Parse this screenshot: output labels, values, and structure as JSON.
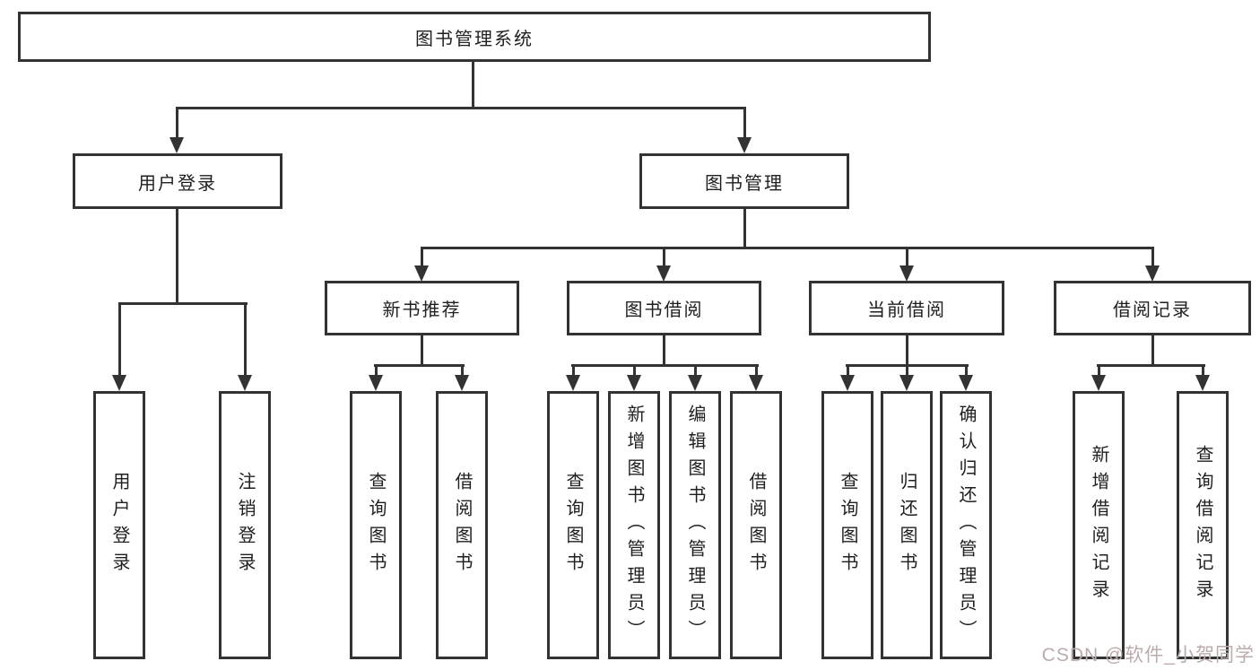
{
  "diagram": {
    "tree": {
      "root": {
        "label": "图书管理系统"
      },
      "branches": [
        {
          "label": "用户登录",
          "children": [
            {
              "label": "用户登录"
            },
            {
              "label": "注销登录"
            }
          ]
        },
        {
          "label": "图书管理",
          "children": [
            {
              "label": "新书推荐",
              "children": [
                {
                  "label": "查询图书"
                },
                {
                  "label": "借阅图书"
                }
              ]
            },
            {
              "label": "图书借阅",
              "children": [
                {
                  "label": "查询图书"
                },
                {
                  "label": "新增图书（管理员）"
                },
                {
                  "label": "编辑图书（管理员）"
                },
                {
                  "label": "借阅图书"
                }
              ]
            },
            {
              "label": "当前借阅",
              "children": [
                {
                  "label": "查询图书"
                },
                {
                  "label": "归还图书"
                },
                {
                  "label": "确认归还（管理员）"
                }
              ]
            },
            {
              "label": "借阅记录",
              "children": [
                {
                  "label": "新增借阅记录"
                },
                {
                  "label": "查询借阅记录"
                }
              ]
            }
          ]
        }
      ]
    },
    "colors": {
      "line": "#333333",
      "text": "#1f1f1f",
      "background": "#ffffff",
      "watermark": "#bdabab"
    }
  },
  "watermark": {
    "text": "CSDN @软件_小贺同学"
  }
}
